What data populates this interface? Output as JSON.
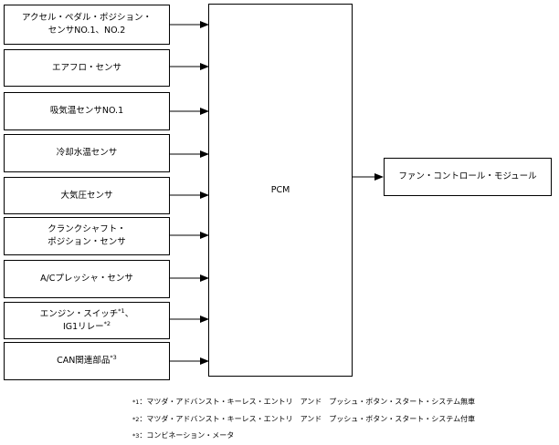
{
  "inputs": [
    {
      "line1": "アクセル・ペダル・ポジション・",
      "line2": "センサNO.1、NO.2",
      "sup": ""
    },
    {
      "line1": "エアフロ・センサ",
      "line2": "",
      "sup": ""
    },
    {
      "line1": "吸気温センサNO.1",
      "line2": "",
      "sup": ""
    },
    {
      "line1": "冷却水温センサ",
      "line2": "",
      "sup": ""
    },
    {
      "line1": "大気圧センサ",
      "line2": "",
      "sup": ""
    },
    {
      "line1": "クランクシャフト・",
      "line2": "ポジション・センサ",
      "sup": ""
    },
    {
      "line1": "A/Cプレッシャ・センサ",
      "line2": "",
      "sup": ""
    },
    {
      "line1": "エンジン・スイッチ",
      "line1_sup": "*1",
      "line1_tail": "、",
      "line2": "IG1リレー",
      "line2_sup": "*2"
    },
    {
      "line1": "CAN関連部品",
      "line1_sup": "*3",
      "line2": ""
    }
  ],
  "controller": {
    "label": "PCM"
  },
  "output": {
    "label": "ファン・コントロール・モジュール"
  },
  "footnotes": [
    {
      "mark": "*1",
      "text": "：マツダ・アドバンスト・キーレス・エントリ　アンド　プッシュ・ボタン・スタート・システム無車"
    },
    {
      "mark": "*2",
      "text": "：マツダ・アドバンスト・キーレス・エントリ　アンド　プッシュ・ボタン・スタート・システム付車"
    },
    {
      "mark": "*3",
      "text": "：コンビネーション・メータ"
    }
  ]
}
